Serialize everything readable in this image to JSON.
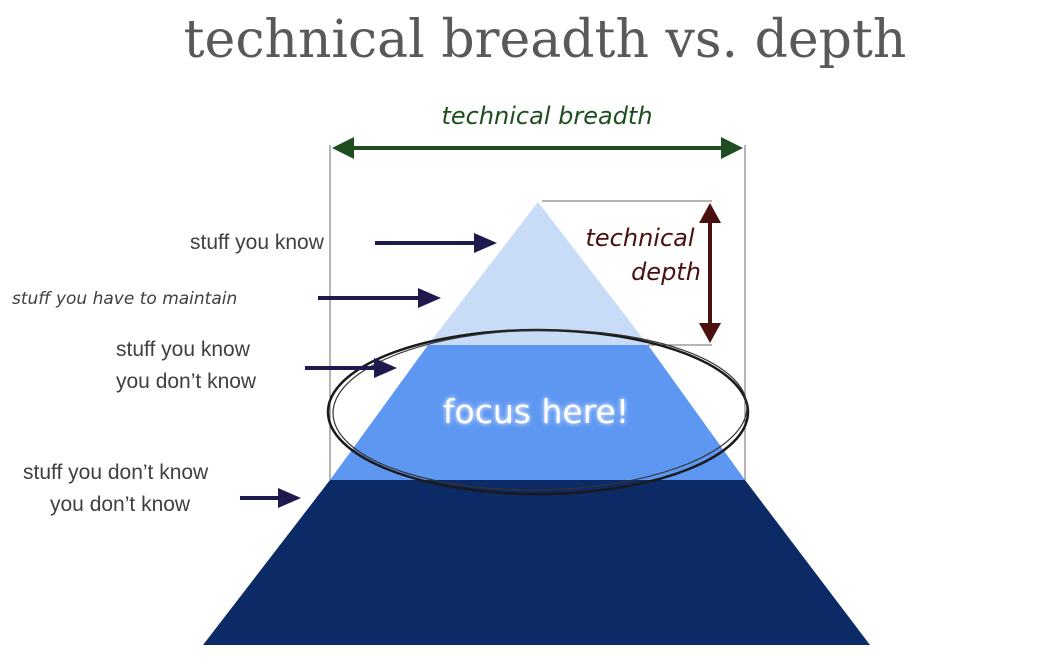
{
  "title": "technical breadth vs. depth",
  "breadth_label": "technical breadth",
  "depth_label_line1": "technical",
  "depth_label_line2": "depth",
  "labels": {
    "know": "stuff you know",
    "maintain": "stuff you have to maintain",
    "know_dont_know_line1": "stuff you know",
    "know_dont_know_line2": "you don’t know",
    "dont_know_dont_know_line1": "stuff you don’t know",
    "dont_know_dont_know_line2": "you don’t know"
  },
  "focus_text": "focus here!",
  "colors": {
    "title": "#595959",
    "breadth": "#1f4d1f",
    "depth": "#4a0f0f",
    "arrow": "#1f1a4d",
    "tier_top": "#c9dcf7",
    "tier_middle": "#5e97f2",
    "tier_bottom": "#0b2a66",
    "label_text": "#404040"
  }
}
